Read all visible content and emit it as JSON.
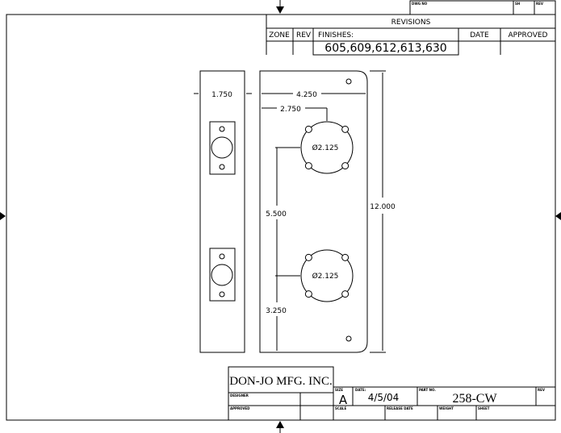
{
  "revisions": {
    "title": "REVISIONS",
    "zone": "ZONE",
    "rev": "REV",
    "finishes_label": "FINISHES:",
    "finishes": "605,609,612,613,630",
    "date": "DATE",
    "approved": "APPROVED",
    "dwg_no": "DWG NO",
    "sh": "SH",
    "rev_small": "REV"
  },
  "dimensions": {
    "side_width": "1.750",
    "plate_width": "4.250",
    "hole_offset": "2.750",
    "hole_dia_top": "Ø2.125",
    "hole_dia_bottom": "Ø2.125",
    "hole_spacing": "5.500",
    "bottom_offset": "3.250",
    "height": "12.000"
  },
  "title_block": {
    "company": "DON-JO MFG. INC.",
    "designer": "DESIGNER",
    "approved": "APPROVED",
    "size_label": "SIZE",
    "size": "A",
    "date_label": "DATE:",
    "date": "4/5/04",
    "part_label": "PART NO.",
    "part_no": "258-CW",
    "rev_label": "REV",
    "scale": "SCALE",
    "release": "RELEASE DATE",
    "weight": "WEIGHT",
    "sheet": "SHEET"
  }
}
